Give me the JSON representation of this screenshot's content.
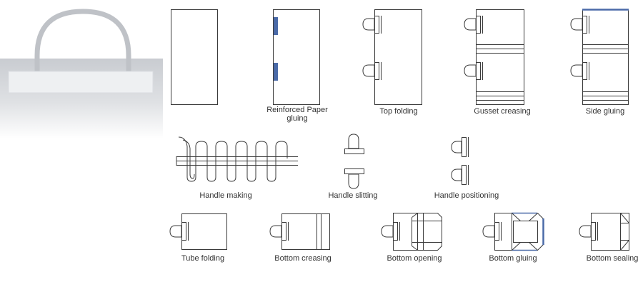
{
  "steps": {
    "s1": {
      "label": ""
    },
    "s2": {
      "label": "Reinforced Paper gluing"
    },
    "s3": {
      "label": "Top folding"
    },
    "s4": {
      "label": "Gusset creasing"
    },
    "s5": {
      "label": "Side gluing"
    },
    "s6": {
      "label": "Handle making"
    },
    "s7": {
      "label": "Handle slitting"
    },
    "s8": {
      "label": "Handle positioning"
    },
    "s9": {
      "label": "Tube folding"
    },
    "s10": {
      "label": "Bottom creasing"
    },
    "s11": {
      "label": "Bottom opening"
    },
    "s12": {
      "label": "Bottom gluing"
    },
    "s13": {
      "label": "Bottom sealing"
    }
  },
  "colors": {
    "line": "#3a3a3a",
    "glue": "#4a6aa8",
    "bag_body": "#cfd2d6",
    "bag_handle": "#c4c7cc"
  }
}
